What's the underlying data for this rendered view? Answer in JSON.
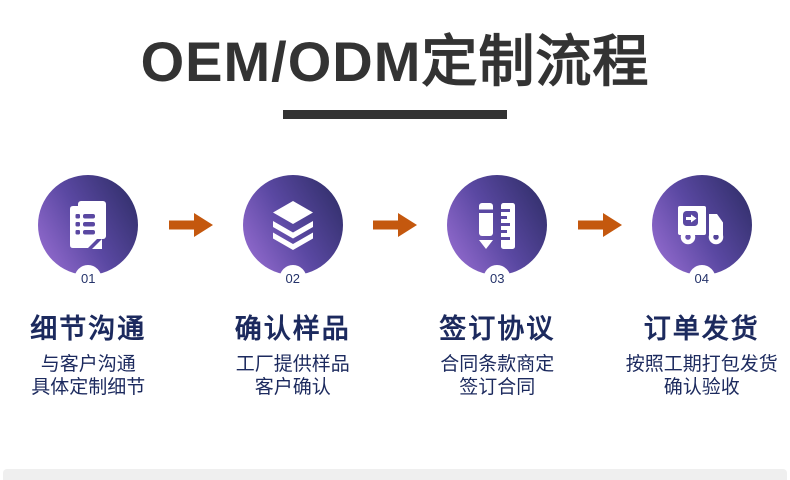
{
  "header": {
    "title": "OEM/ODM定制流程"
  },
  "colors": {
    "accent_orange": "#c4580e",
    "title_gray": "#333333",
    "navy_text": "#1c2a5e",
    "circle_gradient_start": "#9d71d6",
    "circle_gradient_end": "#2b2b62",
    "bottom_bar_gray": "#efefef"
  },
  "steps": [
    {
      "number": "01",
      "icon": "document-list-icon",
      "heading": "细节沟通",
      "lines": [
        "与客户沟通",
        "具体定制细节"
      ]
    },
    {
      "number": "02",
      "icon": "layers-icon",
      "heading": "确认样品",
      "lines": [
        "工厂提供样品",
        "客户确认"
      ]
    },
    {
      "number": "03",
      "icon": "pencil-ruler-icon",
      "heading": "签订协议",
      "lines": [
        "合同条款商定",
        "签订合同"
      ]
    },
    {
      "number": "04",
      "icon": "delivery-truck-icon",
      "heading": "订单发货",
      "lines": [
        "按照工期打包发货",
        "确认验收"
      ]
    }
  ]
}
